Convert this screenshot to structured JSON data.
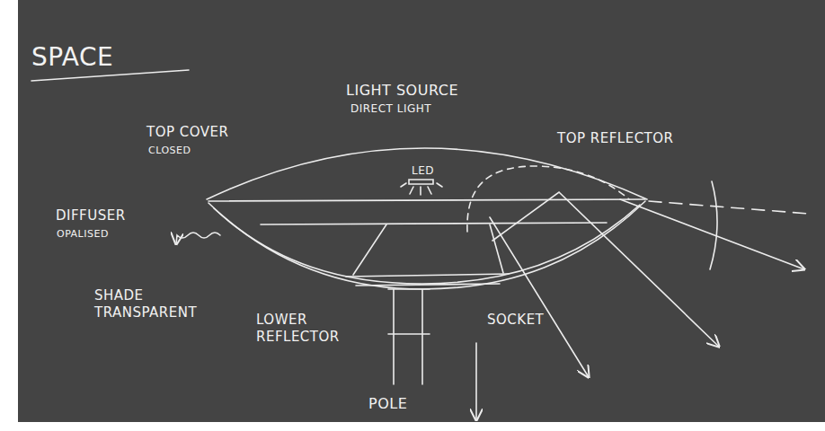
{
  "diagram": {
    "title": "SPACE",
    "labels": [
      "LIGHT SOURCE",
      "DIRECT LIGHT",
      "TOP COVER",
      "CLOSED",
      "TOP REFLECTOR",
      "LED",
      "DIFFUSER",
      "OPALISED",
      "SHADE TRANSPARENT",
      "LOWER REFLECTOR",
      "SOCKET",
      "POLE"
    ]
  }
}
